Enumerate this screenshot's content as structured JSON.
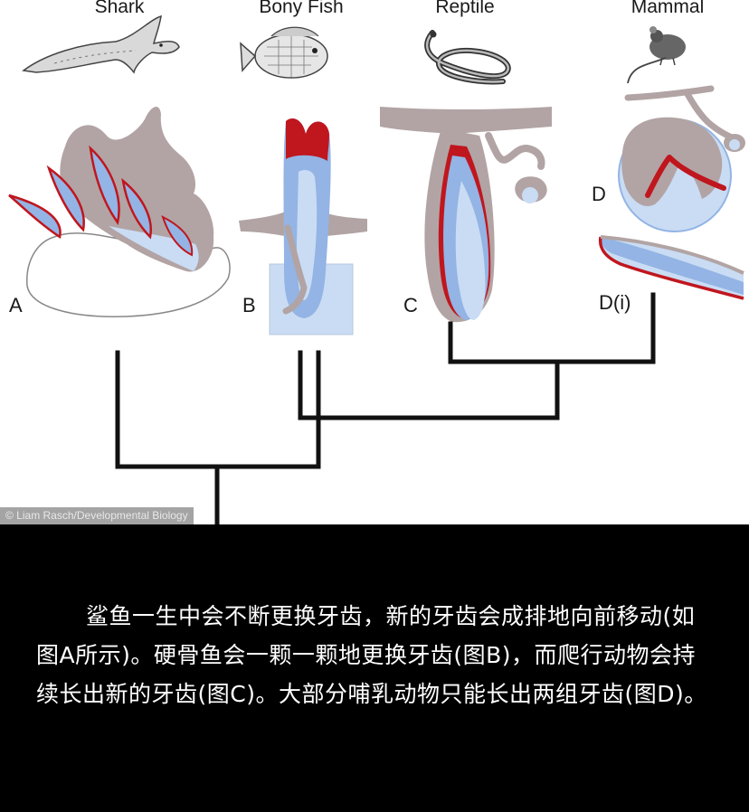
{
  "figure": {
    "species": [
      "Shark",
      "Bony Fish",
      "Reptile",
      "Mammal"
    ],
    "panel_labels": [
      "A",
      "B",
      "C",
      "D",
      "D(i)"
    ],
    "credit": "© Liam Rasch/Developmental Biology",
    "colors": {
      "tissue": "#b2a4a4",
      "tooth_blue": "#93b4e4",
      "tooth_light": "#c9dcf4",
      "enamel_red": "#c0161e",
      "tree": "#111111"
    }
  },
  "caption": "鲨鱼一生中会不断更换牙齿，新的牙齿会成排地向前移动(如图A所示)。硬骨鱼会一颗一颗地更换牙齿(图B)，而爬行动物会持续长出新的牙齿(图C)。大部分哺乳动物只能长出两组牙齿(图D)。"
}
